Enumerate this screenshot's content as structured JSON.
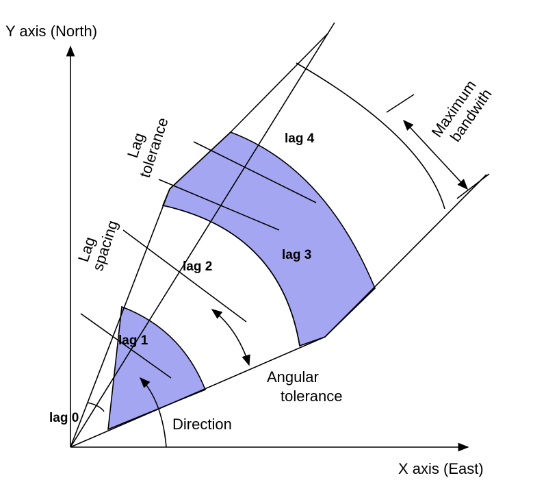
{
  "diagram": {
    "y_axis_label": "Y axis (North)",
    "x_axis_label": "X axis  (East)",
    "lags": {
      "lag0": "lag 0",
      "lag1": "lag 1",
      "lag2": "lag 2",
      "lag3": "lag 3",
      "lag4": "lag 4"
    },
    "lag_spacing": [
      "Lag",
      "spacing"
    ],
    "lag_tolerance": [
      "Lag",
      "tolerance"
    ],
    "maximum_bandwidth": [
      "Maximum",
      "bandwith"
    ],
    "angular_tolerance": [
      "Angular",
      "tolerance"
    ],
    "direction": "Direction",
    "shaded_color": "#a4a6f2",
    "line_color": "#000000"
  }
}
